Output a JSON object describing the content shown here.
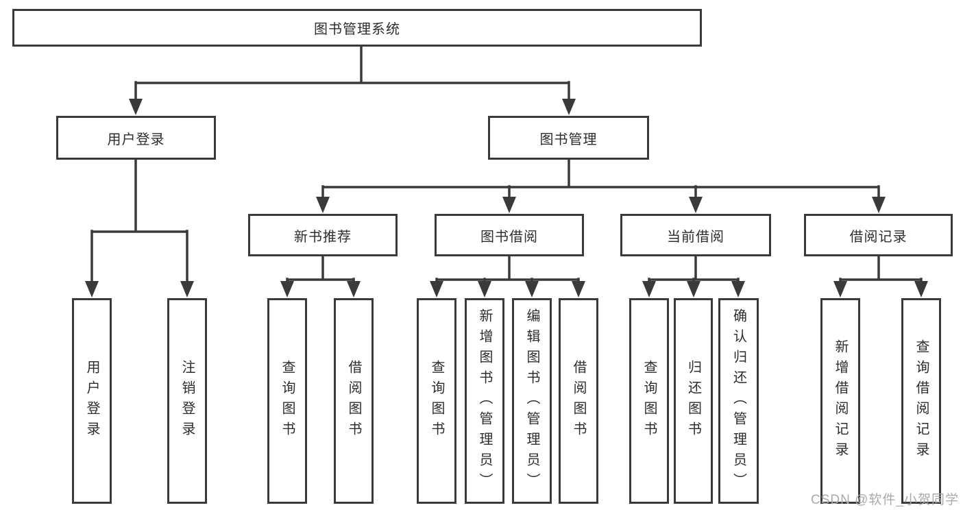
{
  "diagram": {
    "root": "图书管理系统",
    "level2": {
      "user": "用户登录",
      "book": "图书管理"
    },
    "level3": {
      "recommend": "新书推荐",
      "borrow": "图书借阅",
      "current": "当前借阅",
      "record": "借阅记录"
    },
    "leaves": {
      "user": [
        "用户登录",
        "注销登录"
      ],
      "recommend": [
        "查询图书",
        "借阅图书"
      ],
      "borrow": [
        "查询图书",
        "新增图书（管理员）",
        "编辑图书（管理员）",
        "借阅图书"
      ],
      "current": [
        "查询图书",
        "归还图书",
        "确认归还（管理员）"
      ],
      "record": [
        "新增借阅记录",
        "查询借阅记录"
      ]
    }
  },
  "watermark": "CSDN @软件_小贺同学",
  "colors": {
    "line": "#3a3a3a",
    "text": "#2d2d2d",
    "box_fill": "#ffffff",
    "background": "#ffffff",
    "watermark": "#a9a9a9"
  }
}
